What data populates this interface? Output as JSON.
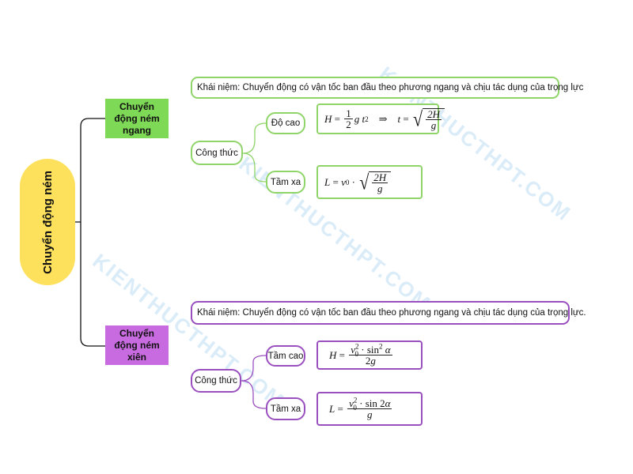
{
  "watermark": "KIENTHUCTHPT.COM",
  "root": {
    "label": "Chuyển động ném"
  },
  "horizontal": {
    "title": "Chuyển động ném ngang",
    "concept": "Khái niệm: Chuyển động có vận tốc ban đầu theo phương ngang và chịu tác dụng của trọng lực",
    "formula_label": "Công thức",
    "height_label": "Độ cao",
    "range_label": "Tầm xa",
    "height_formula_text": "H = 1/2 g t^2 ⇒ t = √(2H/g)",
    "range_formula_text": "L = v0 · √(2H/g)"
  },
  "oblique": {
    "title": "Chuyển động ném xiên",
    "concept": "Khái niệm: Chuyển động có vận tốc ban đầu theo phương ngang và chịu tác dụng của trọng lực.",
    "formula_label": "Công thức",
    "height_label": "Tầm cao",
    "range_label": "Tầm xa",
    "height_formula_text": "H = v0^2 · sin^2 α / 2g",
    "range_formula_text": "L = v0^2 · sin 2α / g"
  },
  "colors": {
    "root": "#fde05c",
    "horizontal_branch": "#7ed957",
    "horizontal_border": "#8fd468",
    "oblique_branch": "#c86be0",
    "oblique_border": "#9a4fbf",
    "watermark": "#cfe6f7"
  }
}
